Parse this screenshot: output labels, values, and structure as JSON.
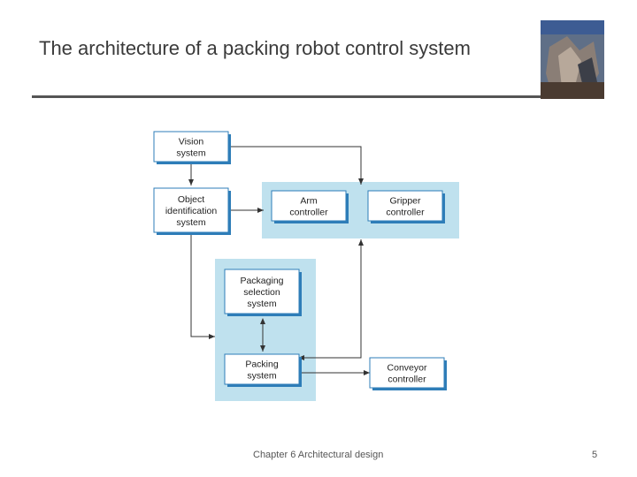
{
  "title": "The architecture of a packing robot control system",
  "footer": {
    "chapter": "Chapter 6 Architectural design",
    "page": "5"
  },
  "colors": {
    "group_fill": "#bfe1ee",
    "box_border": "#2e7db8",
    "box_shadow": "#2e7db8",
    "line": "#333333"
  },
  "book_cover": {
    "icon": "book-cover-image"
  },
  "nodes": {
    "vision": [
      "Vision",
      "system"
    ],
    "object_id": [
      "Object",
      "identification",
      "system"
    ],
    "arm": [
      "Arm",
      "controller"
    ],
    "gripper": [
      "Gripper",
      "controller"
    ],
    "packaging_selection": [
      "Packaging",
      "selection",
      "system"
    ],
    "packing": [
      "Packing",
      "system"
    ],
    "conveyor": [
      "Conveyor",
      "controller"
    ]
  }
}
